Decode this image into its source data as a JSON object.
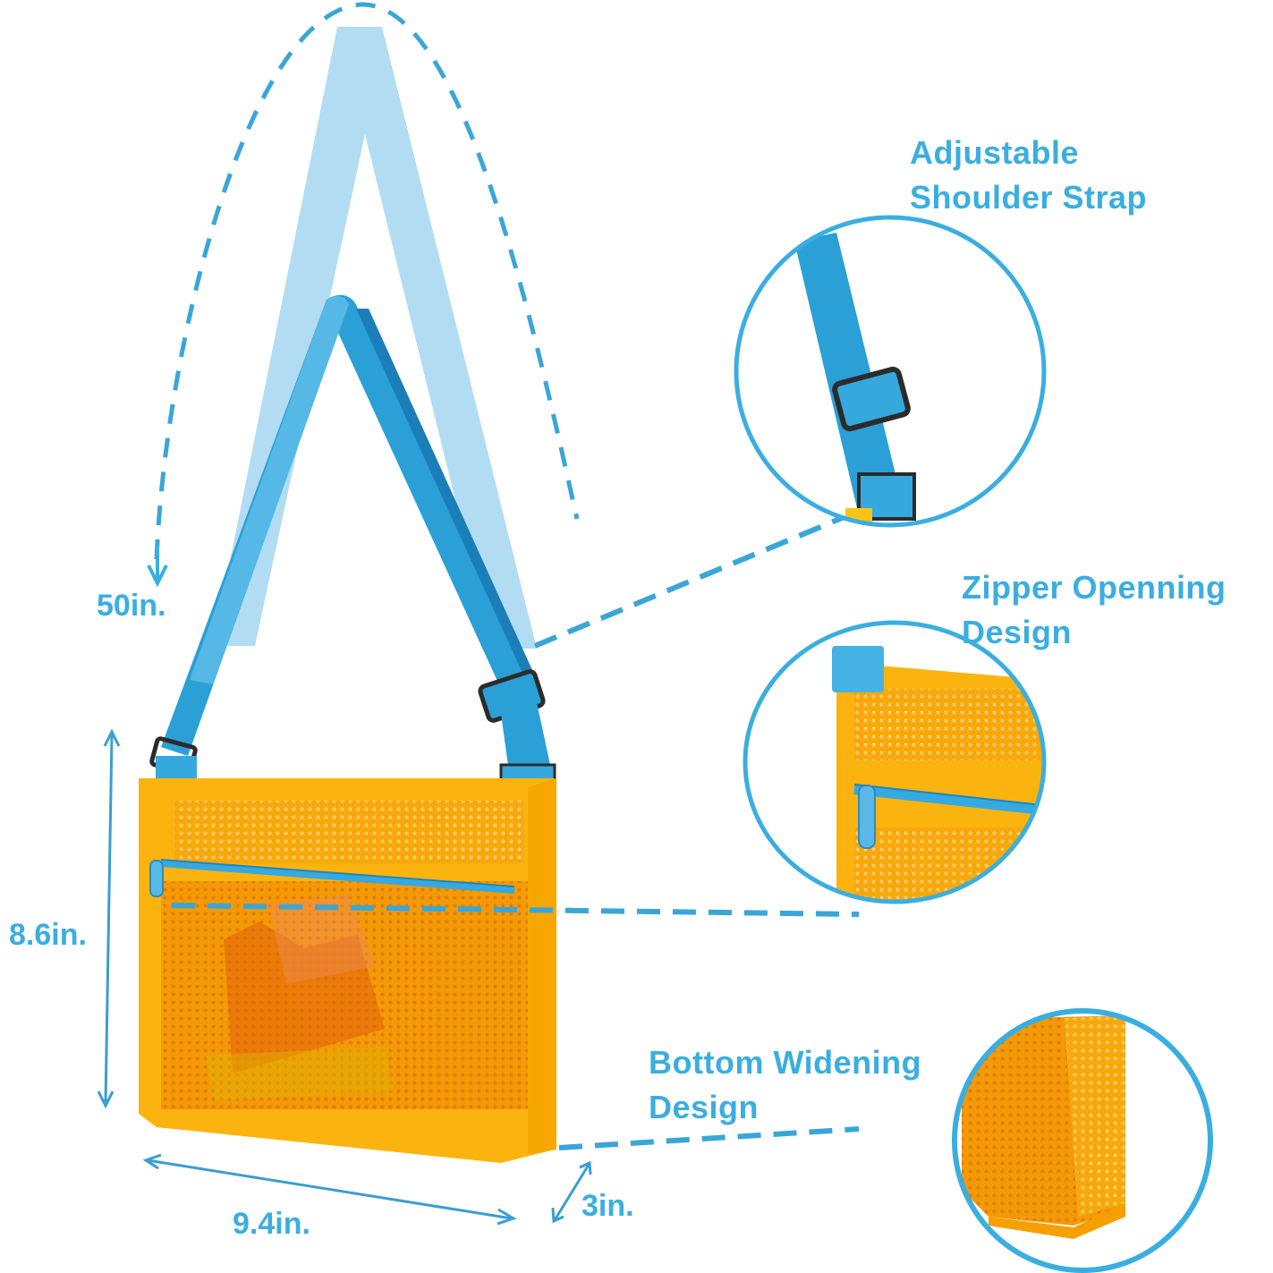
{
  "colors": {
    "accent": "#3aaee0",
    "strap_light": "#b2dcf2",
    "strap": "#2aa0d6",
    "strap_dark": "#1a7fb8",
    "bag": "#fbb40f",
    "bag_dark": "#f5a000",
    "buckle": "#2b2b2b"
  },
  "features": [
    {
      "id": "strap",
      "line1": "Adjustable",
      "line2": "Shoulder Strap"
    },
    {
      "id": "zipper",
      "line1": "Zipper Openning",
      "line2": "Design"
    },
    {
      "id": "bottom",
      "line1": "Bottom Widening",
      "line2": "Design"
    }
  ],
  "dimensions": {
    "strap_length": "50in.",
    "height": "8.6in.",
    "width": "9.4in.",
    "depth": "3in."
  }
}
